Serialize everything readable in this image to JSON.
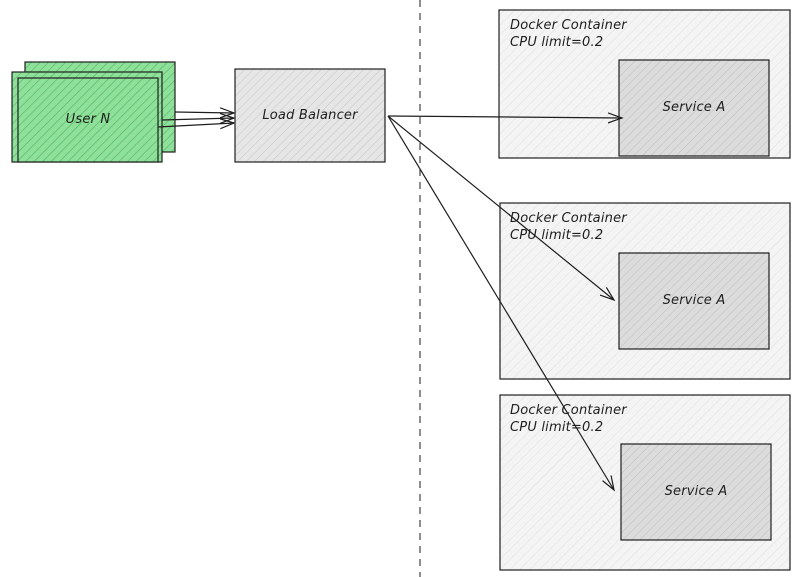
{
  "users": {
    "label": "User N",
    "stack_count": 3,
    "fill": "#7dd889",
    "stroke": "#1e1e1e"
  },
  "load_balancer": {
    "label": "Load Balancer",
    "fill": "#e3e3e3"
  },
  "containers": [
    {
      "title": "Docker Container",
      "cpu": "CPU limit=0.2",
      "service": "Service A"
    },
    {
      "title": "Docker Container",
      "cpu": "CPU limit=0.2",
      "service": "Service A"
    },
    {
      "title": "Docker Container",
      "cpu": "CPU limit=0.2",
      "service": "Service A"
    }
  ],
  "colors": {
    "container_fill": "#f3f3f3",
    "service_fill": "#dedede",
    "line": "#1e1e1e",
    "divider": "#1e1e1e"
  }
}
